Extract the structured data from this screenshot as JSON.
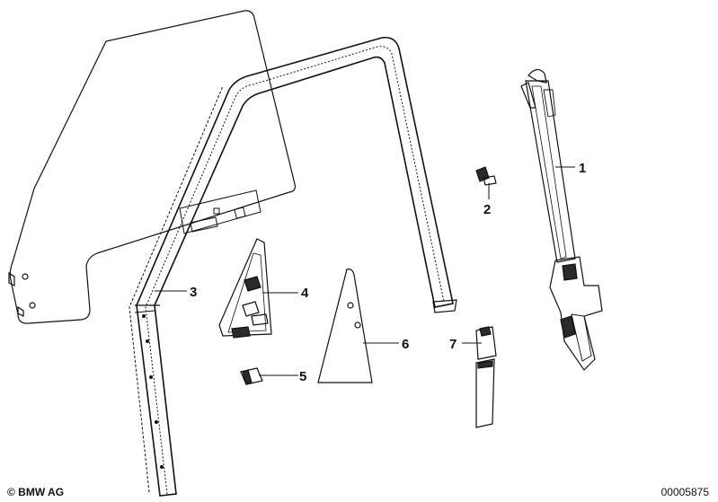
{
  "diagram": {
    "callouts": [
      {
        "id": "1",
        "label": "1"
      },
      {
        "id": "2",
        "label": "2"
      },
      {
        "id": "3",
        "label": "3"
      },
      {
        "id": "4",
        "label": "4"
      },
      {
        "id": "5",
        "label": "5"
      },
      {
        "id": "6",
        "label": "6"
      },
      {
        "id": "7",
        "label": "7"
      }
    ]
  },
  "footer": {
    "copyright": "© BMW AG",
    "figure_number": "00005875"
  },
  "colors": {
    "line": "#111111",
    "background": "#ffffff",
    "shade": "#2a2a2a"
  }
}
